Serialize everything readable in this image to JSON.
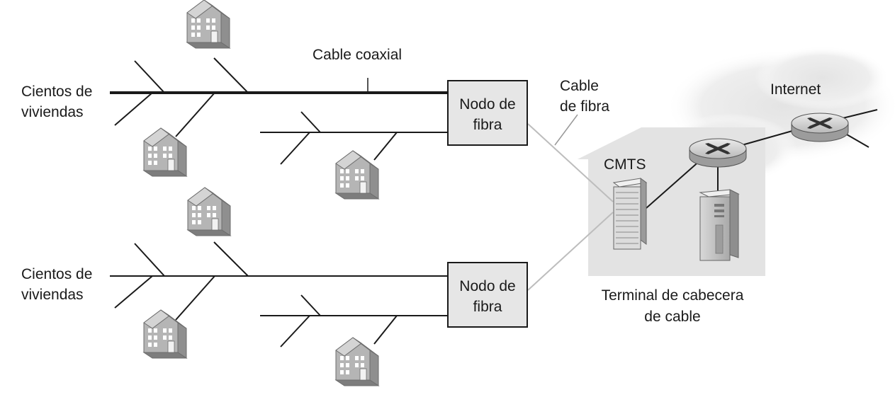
{
  "labels": {
    "homes_top_line1": "Cientos de",
    "homes_top_line2": "viviendas",
    "homes_bottom_line1": "Cientos de",
    "homes_bottom_line2": "viviendas",
    "coax": "Cable coaxial",
    "fiber_cable_line1": "Cable",
    "fiber_cable_line2": "de fibra",
    "node_top_line1": "Nodo de",
    "node_top_line2": "fibra",
    "node_bottom_line1": "Nodo de",
    "node_bottom_line2": "fibra",
    "cmts": "CMTS",
    "internet": "Internet",
    "headend_line1": "Terminal de cabecera",
    "headend_line2": "de cable"
  },
  "colors": {
    "coax_line": "#1a1a1a",
    "fiber_line": "#bdbdbd",
    "node_fill": "#e6e6e6",
    "headend_fill": "#e3e3e3",
    "cloud_fill": "#eeeeee",
    "house_fill": "#a8a8a8",
    "equipment_fill": "#cfcfcf"
  }
}
